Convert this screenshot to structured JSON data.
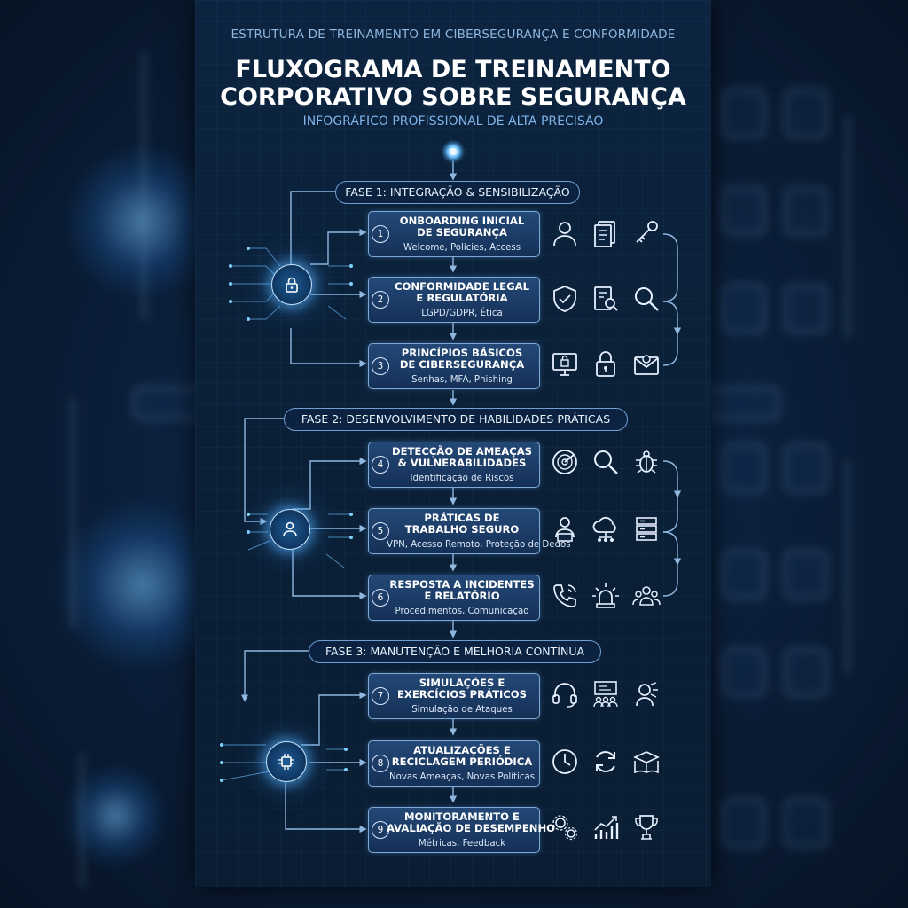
{
  "header": {
    "eyebrow": "ESTRUTURA DE TREINAMENTO EM CIBERSEGURANÇA E CONFORMIDADE",
    "title_line1": "FLUXOGRAMA DE TREINAMENTO",
    "title_line2": "CORPORATIVO SOBRE SEGURANÇA",
    "subtitle": "INFOGRÁFICO PROFISSIONAL DE ALTA PRECISÃO"
  },
  "colors": {
    "background": "#0b2138",
    "accent": "#7fb3e8",
    "box_border": "#7fa9d6",
    "glow": "#5ab4ff"
  },
  "phases": [
    {
      "label": "FASE 1: INTEGRAÇÃO & SENSIBILIZAÇÃO",
      "hub_icon": "padlock-icon"
    },
    {
      "label": "FASE 2: DESENVOLVIMENTO DE HABILIDADES PRÁTICAS",
      "hub_icon": "user-shield-icon"
    },
    {
      "label": "FASE 3: MANUTENÇÃO E MELHORIA CONTÍNUA",
      "hub_icon": "circuit-chip-icon"
    }
  ],
  "steps": [
    {
      "num": "1",
      "title1": "ONBOARDING INICIAL",
      "title2": "DE SEGURANÇA",
      "sub": "Welcome, Policies, Access",
      "icons": [
        "user-icon",
        "documents-icon",
        "keys-icon"
      ]
    },
    {
      "num": "2",
      "title1": "CONFORMIDADE LEGAL",
      "title2": "E REGULATÓRIA",
      "sub": "LGPD/GDPR, Ética",
      "icons": [
        "shield-check-icon",
        "document-search-icon",
        "magnifier-icon"
      ]
    },
    {
      "num": "3",
      "title1": "PRINCÍPIOS BÁSICOS",
      "title2": "DE CIBERSEGURANÇA",
      "sub": "Senhas, MFA, Phishing",
      "icons": [
        "monitor-lock-icon",
        "padlock-icon",
        "email-icon"
      ]
    },
    {
      "num": "4",
      "title1": "DETECÇÃO DE AMEAÇAS",
      "title2": "& VULNERABILIDADES",
      "sub": "Identificação de Riscos",
      "icons": [
        "radar-icon",
        "magnifier-icon",
        "bug-icon"
      ]
    },
    {
      "num": "5",
      "title1": "PRÁTICAS DE",
      "title2": "TRABALHO SEGURO",
      "sub": "VPN, Acesso Remoto, Proteção de Dedos",
      "icons": [
        "remote-worker-icon",
        "cloud-network-icon",
        "server-icon"
      ]
    },
    {
      "num": "6",
      "title1": "RESPOSTA A INCIDENTES",
      "title2": "E RELATÓRIO",
      "sub": "Procedimentos, Comunicação",
      "icons": [
        "phone-icon",
        "alarm-light-icon",
        "team-icon"
      ]
    },
    {
      "num": "7",
      "title1": "SIMULAÇÕES E",
      "title2": "EXERCÍCIOS PRÁTICOS",
      "sub": "Simulação de Ataques",
      "icons": [
        "headset-icon",
        "presentation-icon",
        "agent-icon"
      ]
    },
    {
      "num": "8",
      "title1": "ATUALIZAÇÕES E",
      "title2": "RECICLAGEM PERIÓDICA",
      "sub": "Novas Ameaças, Novas Políticas",
      "icons": [
        "clock-icon",
        "refresh-icon",
        "graduation-book-icon"
      ]
    },
    {
      "num": "9",
      "title1": "MONITORAMENTO E",
      "title2": "AVALIAÇÃO DE DESEMPENHO",
      "sub": "Métricas, Feedback",
      "icons": [
        "gears-icon",
        "growth-chart-icon",
        "trophy-icon"
      ]
    }
  ]
}
